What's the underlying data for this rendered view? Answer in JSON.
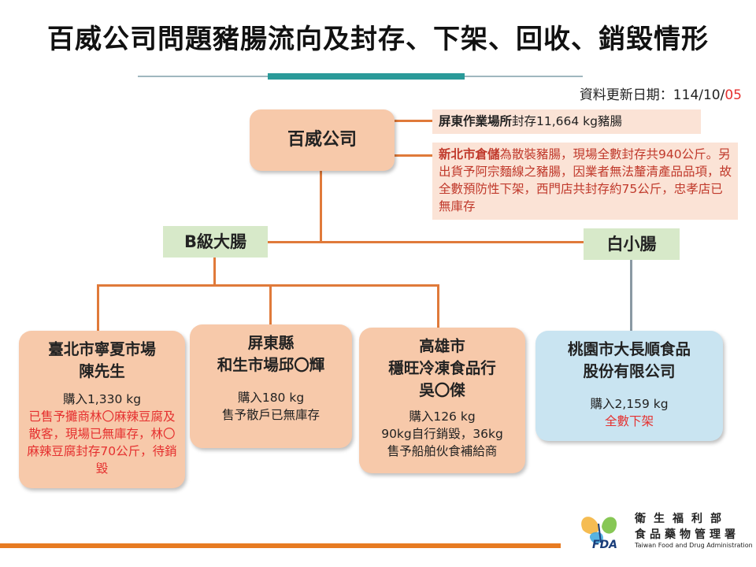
{
  "title": "百威公司問題豬腸流向及封存、下架、回收、銷毀情形",
  "update": {
    "label": "資料更新日期：114/10/",
    "day": "05"
  },
  "root": "百威公司",
  "notes": [
    {
      "bold": "屏東作業場所",
      "text": "封存11,664  kg豬腸"
    },
    {
      "bold": "新北市倉儲",
      "text": "為散裝豬腸，現場全數封存共940公斤。另出貨予阿宗麵線之豬腸，因業者無法釐清產品品項，故全數預防性下架，西門店共封存約75公斤，忠孝店已無庫存"
    }
  ],
  "categories": {
    "b_grade": "B級大腸",
    "white": "白小腸"
  },
  "leaves": [
    {
      "name": [
        "臺北市寧夏市場",
        "陳先生"
      ],
      "detail": "購入1,330 kg",
      "detail_red": "已售予攤商林〇麻辣豆腐及散客，現場已無庫存，林〇麻辣豆腐封存70公斤，待銷毀"
    },
    {
      "name": [
        "屏東縣",
        "和生市場邱〇輝"
      ],
      "detail_lines": [
        "購入180 kg",
        "售予散戶已無庫存"
      ]
    },
    {
      "name": [
        "高雄市",
        "穩旺冷凍食品行",
        "吳〇傑"
      ],
      "detail_lines": [
        "購入126 kg",
        "90kg自行銷毀，36kg",
        "售予船舶伙食補給商"
      ]
    },
    {
      "name": [
        "桃園市大長順食品",
        "股份有限公司"
      ],
      "detail": "購入2,159 kg",
      "detail_red": "全數下架"
    }
  ],
  "logo": {
    "cn_line1": "衛生福利部",
    "cn_line2": "食品藥物管理署",
    "en": "Taiwan Food and Drug Administration",
    "abbr": "FDA"
  }
}
